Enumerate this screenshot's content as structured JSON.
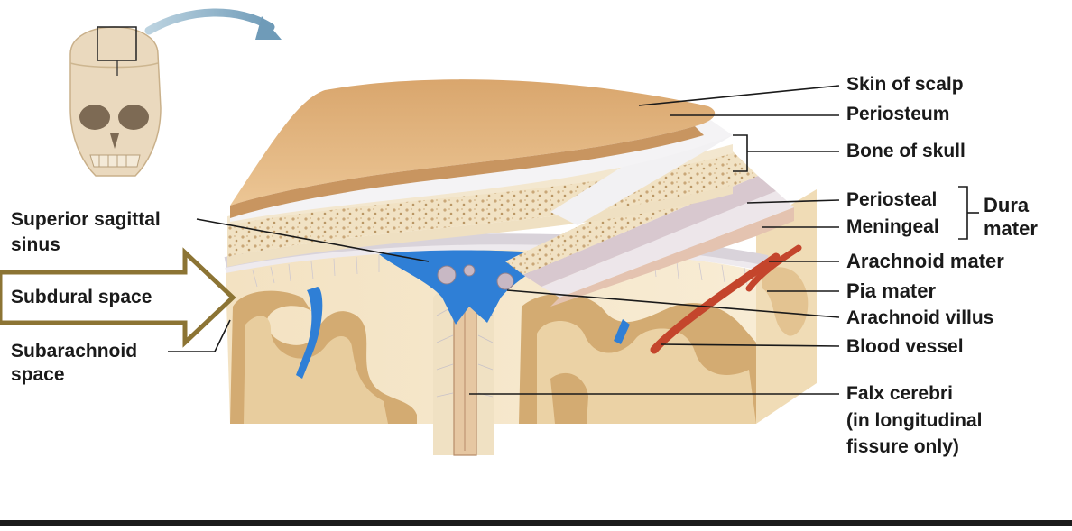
{
  "labels": {
    "skin_of_scalp": "Skin of scalp",
    "periosteum": "Periosteum",
    "bone_of_skull": "Bone of skull",
    "periosteal": "Periosteal",
    "meningeal": "Meningeal",
    "dura": "Dura",
    "mater": "mater",
    "arachnoid_mater": "Arachnoid mater",
    "pia_mater": "Pia mater",
    "arachnoid_villus": "Arachnoid villus",
    "blood_vessel": "Blood vessel",
    "falx_line1": "Falx cerebri",
    "falx_line2": "(in longitudinal",
    "falx_line3": "fissure only)",
    "superior_line1": "Superior sagittal",
    "superior_line2": "sinus",
    "subdural_space": "Subdural space",
    "subarachnoid_line1": "Subarachnoid",
    "subarachnoid_line2": "space"
  },
  "colors": {
    "scalp": "#e2b583",
    "bone": "#f1e3c6",
    "brain": "#d8b27c",
    "sinus_blue": "#2f7fd6",
    "vessel_red": "#c4452c",
    "arrow_outline": "#8c7434",
    "pointer_arrow": "#7ea7c2"
  }
}
